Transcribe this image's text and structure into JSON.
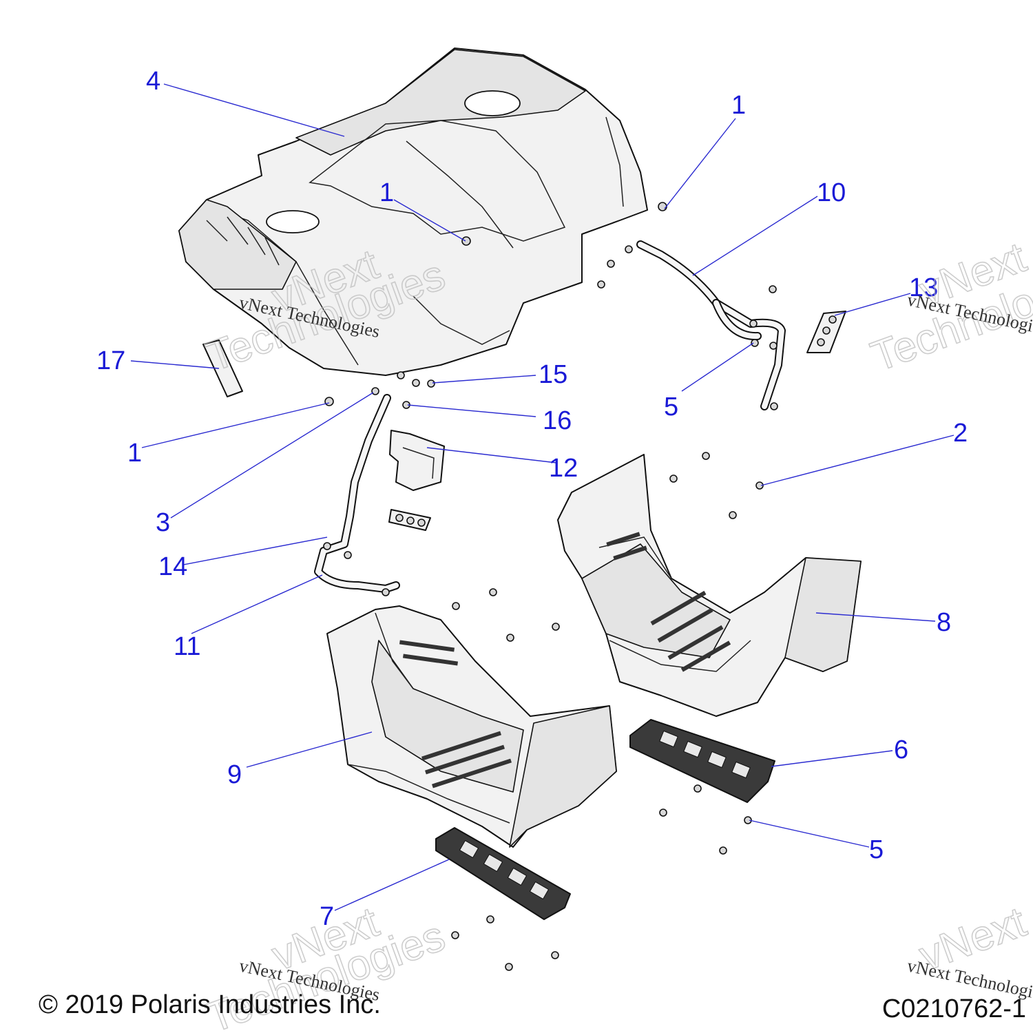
{
  "callouts": [
    {
      "id": "c4a",
      "label": "4"
    },
    {
      "id": "c1a",
      "label": "1"
    },
    {
      "id": "c1b",
      "label": "1"
    },
    {
      "id": "c10",
      "label": "10"
    },
    {
      "id": "c13",
      "label": "13"
    },
    {
      "id": "c17",
      "label": "17"
    },
    {
      "id": "c15",
      "label": "15"
    },
    {
      "id": "c5a",
      "label": "5"
    },
    {
      "id": "c16",
      "label": "16"
    },
    {
      "id": "c1c",
      "label": "1"
    },
    {
      "id": "c2",
      "label": "2"
    },
    {
      "id": "c12",
      "label": "12"
    },
    {
      "id": "c3",
      "label": "3"
    },
    {
      "id": "c14",
      "label": "14"
    },
    {
      "id": "c8",
      "label": "8"
    },
    {
      "id": "c11",
      "label": "11"
    },
    {
      "id": "c6",
      "label": "6"
    },
    {
      "id": "c9",
      "label": "9"
    },
    {
      "id": "c5b",
      "label": "5"
    },
    {
      "id": "c7",
      "label": "7"
    }
  ],
  "watermark": {
    "brand_big_1": "vNext",
    "brand_big_2": "Technologies",
    "brand_small": "vNext Technologies"
  },
  "footer": {
    "copyright": "© 2019 Polaris Industries Inc.",
    "drawing_id": "C0210762-1"
  }
}
